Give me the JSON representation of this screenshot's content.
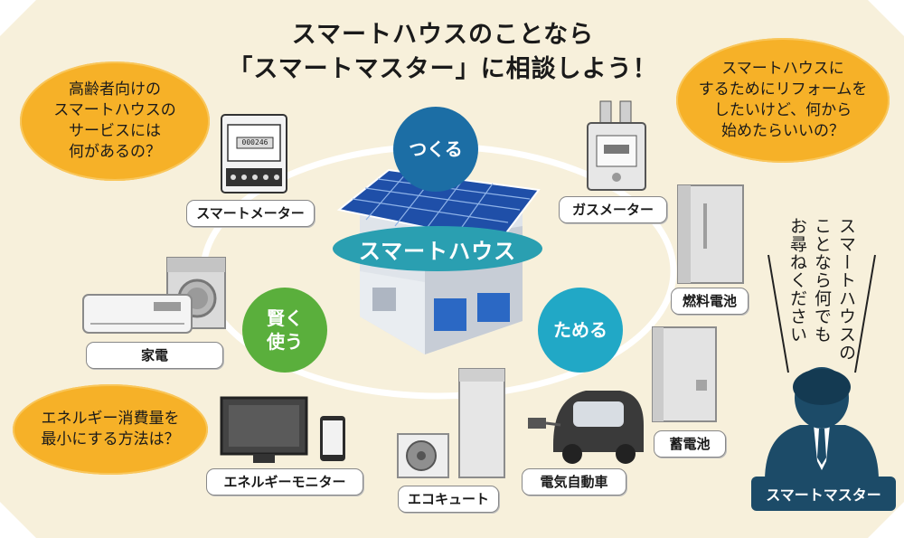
{
  "headline": {
    "line1": "スマートハウスのことなら",
    "line2": "「スマートマスター」に相談しよう！"
  },
  "center": {
    "label": "スマートハウス"
  },
  "circles": {
    "make": "つくる",
    "store": "ためる",
    "use_line1": "賢く",
    "use_line2": "使う"
  },
  "bubbles": {
    "elderly": [
      "高齢者向けの",
      "スマートハウスの",
      "サービスには",
      "何があるの？"
    ],
    "reform": [
      "スマートハウスに",
      "するためにリフォームを",
      "したいけど、何から",
      "始めたらいいの？"
    ],
    "energy": [
      "エネルギー消費量を",
      "最小にする方法は？"
    ]
  },
  "devices": {
    "smart_meter": "スマートメーター",
    "gas_meter": "ガスメーター",
    "fuel_cell": "燃料電池",
    "appliances": "家電",
    "storage_battery": "蓄電池",
    "energy_monitor": "エネルギーモニター",
    "eco_cute": "エコキュート",
    "ev": "電気自動車"
  },
  "meter_display": "000246",
  "master": {
    "speech_col1": "スマートハウスの",
    "speech_col2": "ことなら何でも",
    "speech_col3": "お尋ねください",
    "label": "スマートマスター"
  },
  "colors": {
    "background": "#f7f0db",
    "bubble": "#f6b128",
    "make_circle": "#1c6ea5",
    "store_circle": "#21a8c6",
    "use_circle": "#5aaf3c",
    "house_label": "#2a9fb1",
    "master": "#1c4b68"
  }
}
